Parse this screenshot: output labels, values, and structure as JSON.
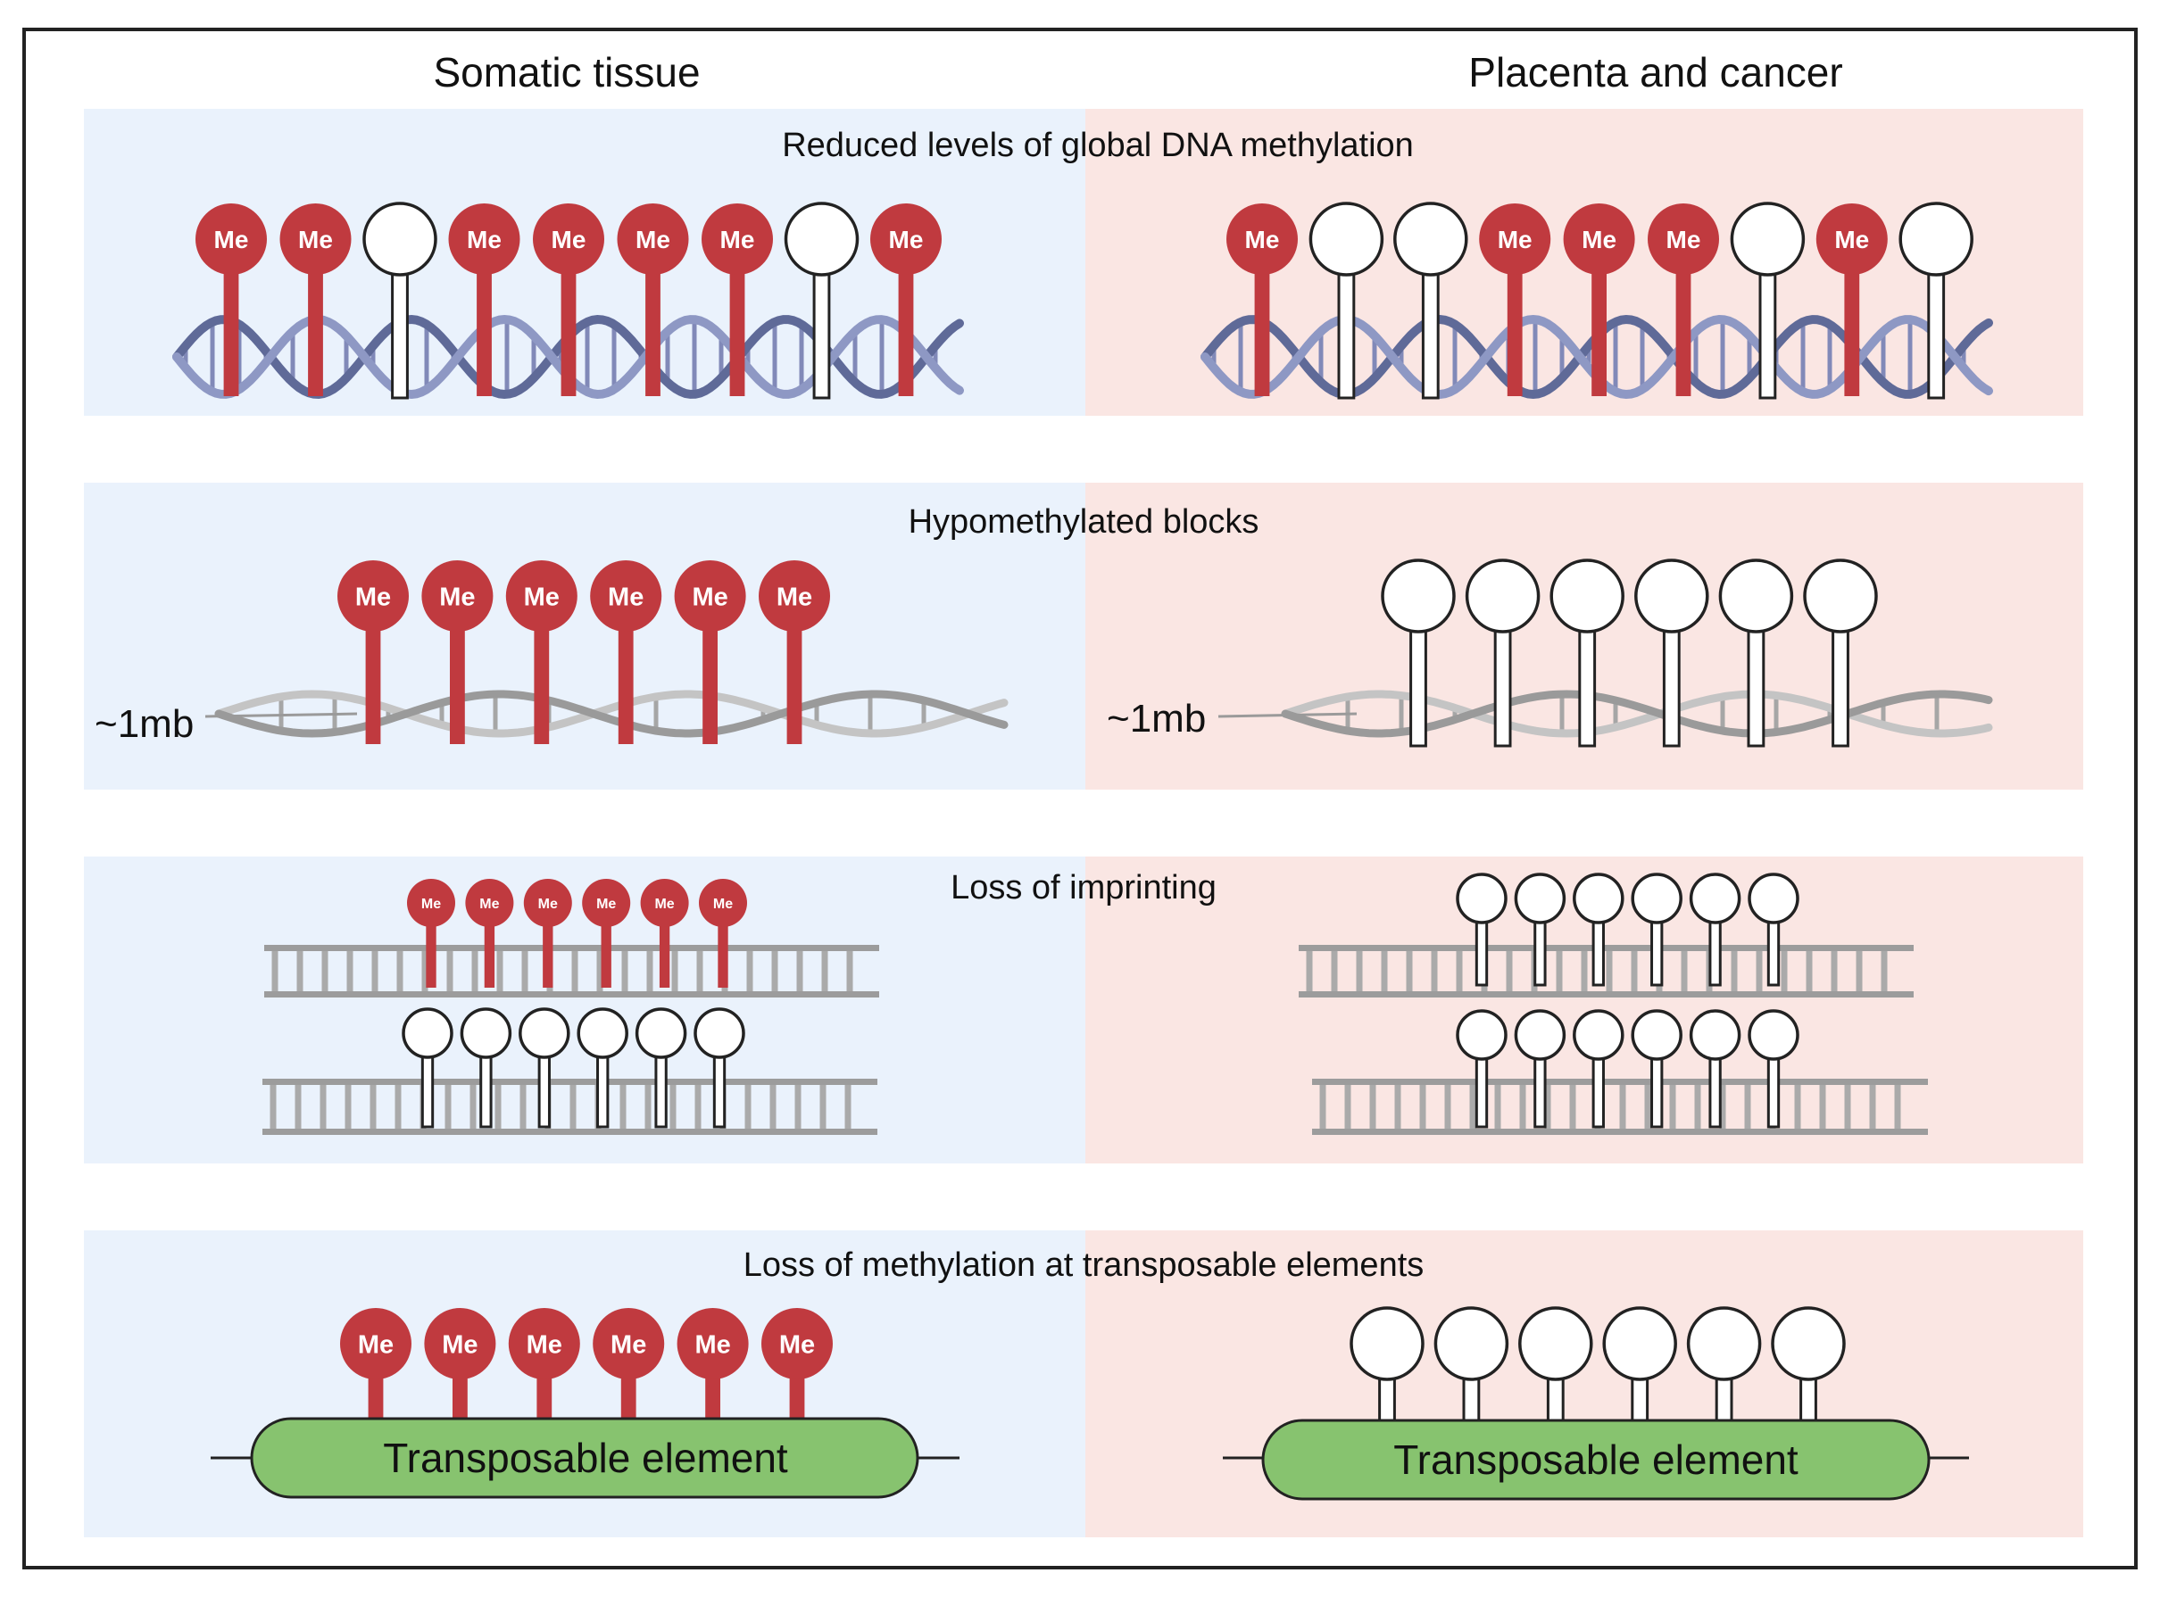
{
  "columns": {
    "left": "Somatic tissue",
    "right": "Placenta and cancer"
  },
  "panels": [
    {
      "title": "Reduced levels of global DNA methylation",
      "left_methylated": [
        true,
        true,
        false,
        true,
        true,
        true,
        true,
        false,
        true
      ],
      "right_methylated": [
        true,
        false,
        false,
        true,
        true,
        true,
        false,
        true,
        false
      ]
    },
    {
      "title": "Hypomethylated blocks",
      "scale_label": "~1mb",
      "left_methylated": [
        true,
        true,
        true,
        true,
        true,
        true
      ],
      "right_methylated": [
        false,
        false,
        false,
        false,
        false,
        false
      ]
    },
    {
      "title": "Loss of imprinting",
      "left_upper_methylated": [
        true,
        true,
        true,
        true,
        true,
        true
      ],
      "left_lower_methylated": [
        false,
        false,
        false,
        false,
        false,
        false
      ],
      "right_upper_methylated": [
        false,
        false,
        false,
        false,
        false,
        false
      ],
      "right_lower_methylated": [
        false,
        false,
        false,
        false,
        false,
        false
      ]
    },
    {
      "title": "Loss of methylation at transposable elements",
      "element_label": "Transposable element",
      "left_methylated": [
        true,
        true,
        true,
        true,
        true,
        true
      ],
      "right_methylated": [
        false,
        false,
        false,
        false,
        false,
        false
      ]
    }
  ],
  "marker_label": "Me",
  "colors": {
    "left_background": "#eaf2fc",
    "right_background": "#fae6e3",
    "methyl_red": "#c03a3f",
    "dna_backbone": "#7b86b3",
    "dna_gray": "#9a9a9a",
    "element_green": "#87c36f"
  }
}
